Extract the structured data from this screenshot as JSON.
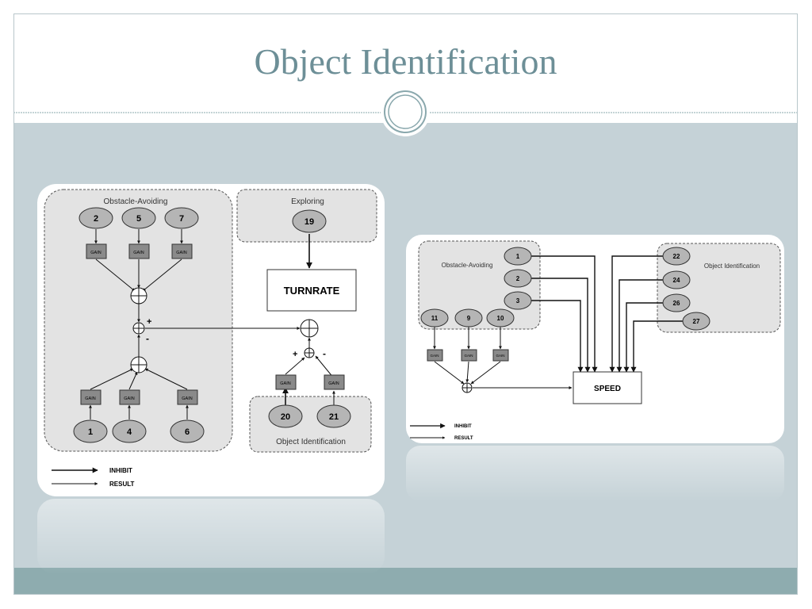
{
  "slide": {
    "title": "Object Identification"
  },
  "diagram_left": {
    "groups": {
      "obstacle_avoiding": "Obstacle-Avoiding",
      "exploring": "Exploring",
      "object_identification": "Object Identification"
    },
    "nodes": {
      "n2": "2",
      "n5": "5",
      "n7": "7",
      "n1": "1",
      "n4": "4",
      "n6": "6",
      "n19": "19",
      "n20": "20",
      "n21": "21"
    },
    "gain_label": "GAIN",
    "output": "TURNRATE",
    "signs": {
      "plus_top": "+",
      "minus_top": "-",
      "plus_bottom": "+",
      "minus_bottom": "-"
    },
    "legend": {
      "inhibit": "INHIBIT",
      "result": "RESULT"
    }
  },
  "diagram_right": {
    "groups": {
      "obstacle_avoiding": "Obstacle-Avoiding",
      "object_identification": "Object Identification"
    },
    "nodes": {
      "n1": "1",
      "n2": "2",
      "n3": "3",
      "n11": "11",
      "n9": "9",
      "n10": "10",
      "n22": "22",
      "n24": "24",
      "n26": "26",
      "n27": "27"
    },
    "gain_label": "GAIN",
    "output": "SPEED",
    "legend": {
      "inhibit": "INHIBIT",
      "result": "RESULT"
    }
  },
  "colors": {
    "title": "#6d8f97",
    "background": "#c5d2d7",
    "footer": "#8eacaf",
    "node_fill": "#b5b5b5",
    "gain_fill": "#8a8a8a",
    "group_fill": "#e3e3e3"
  }
}
